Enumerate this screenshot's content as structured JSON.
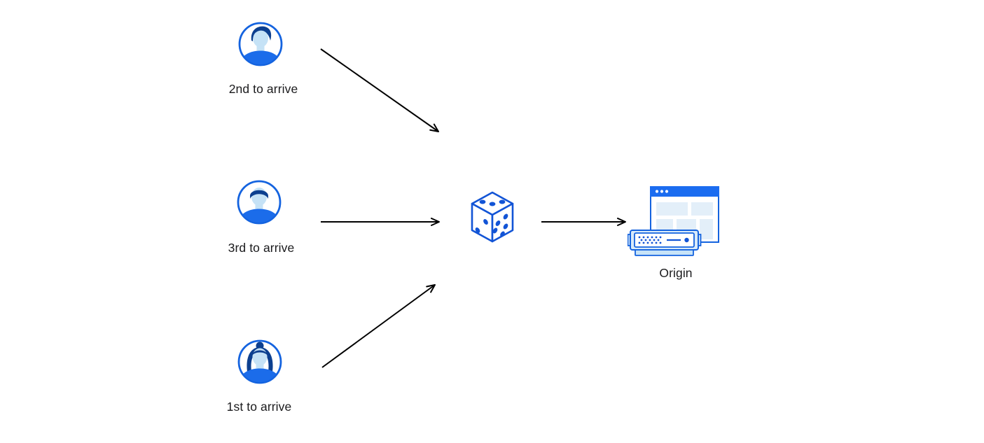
{
  "diagram": {
    "type": "flow-diagram",
    "description_visible_elements": "three user avatars with arrows to a dice, dice arrow to origin",
    "clients": [
      {
        "label": "2nd to arrive",
        "icon": "user-avatar-male-side-part"
      },
      {
        "label": "3rd to arrive",
        "icon": "user-avatar-male-flat-top"
      },
      {
        "label": "1st to arrive",
        "icon": "user-avatar-female-bun"
      }
    ],
    "router": {
      "icon": "dice"
    },
    "origin": {
      "label": "Origin",
      "icon": "browser-window-and-server"
    },
    "colors": {
      "icon_stroke_blue": "#1463df",
      "titlebar_blue": "#1b6cf0",
      "shirt_blue": "#1b6cea",
      "hair_navy": "#0c3f8f",
      "face_light_blue": "#c5e2f6",
      "pale_block_blue": "#e3eff9",
      "server_layer_blue": "#d8eaf9",
      "server_base_blue": "#c7e3f7",
      "arrow_black": "#000000",
      "label_text": "#1a1a1c",
      "background": "#ffffff"
    }
  }
}
